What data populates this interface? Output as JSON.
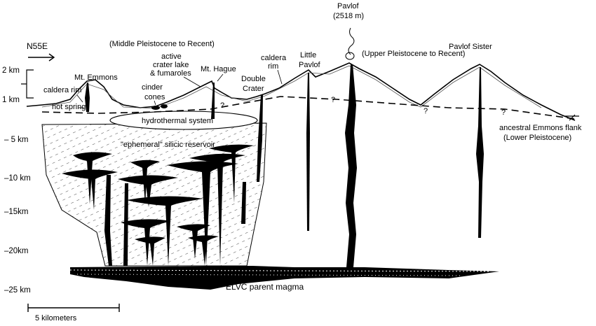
{
  "orientation": {
    "label": "N55E"
  },
  "depth_axis": {
    "labels": [
      "2 km",
      "1 km",
      "– 5 km",
      "–10 km",
      "–15km",
      "–20km",
      "–25 km"
    ]
  },
  "scale_bar": {
    "label": "5 kilometers"
  },
  "features": {
    "pavlof": "Pavlof",
    "pavlof_elev": "(2518 m)",
    "upper_pleistocene": "(Upper Pleistocene to Recent)",
    "pavlof_sister": "Pavlof Sister",
    "middle_pleistocene": "(Middle Pleistocene to Recent)",
    "mt_emmons": "Mt. Emmons",
    "active_line1": "active",
    "active_line2": "crater lake",
    "active_line3": "& fumaroles",
    "mt_hague": "Mt. Hague",
    "caldera_rim_right_1": "caldera",
    "caldera_rim_right_2": "rim",
    "little_pavlof_1": "Little",
    "little_pavlof_2": "Pavlof",
    "double_crater_1": "Double",
    "double_crater_2": "Crater",
    "caldera_rim_left": "caldera rim",
    "hot_spring": "hot spring",
    "cinder_cones_1": "cinder",
    "cinder_cones_2": "cones",
    "hydrothermal_system": "hydrothermal system",
    "silicic_reservoir": "\"ephemeral\" silicic reservoir",
    "ancestral_flank_1": "ancestral Emmons flank",
    "ancestral_flank_2": "(Lower Pleistocene)",
    "parent_magma": "ELVC parent magma",
    "question_mark": "?"
  }
}
